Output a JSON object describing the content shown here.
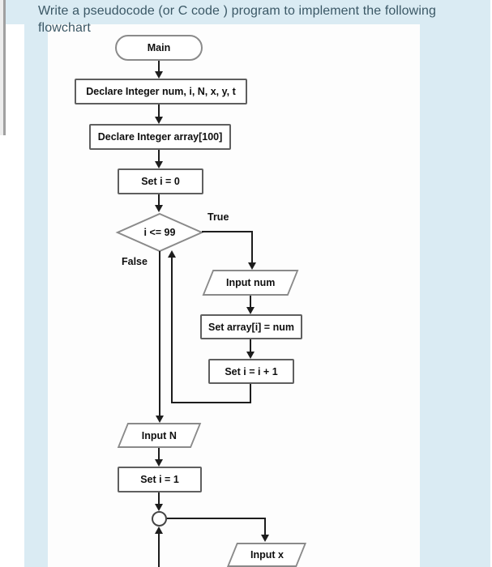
{
  "header": {
    "question": "Write a pseudocode (or  C code ) program to implement the following flowchart"
  },
  "flowchart": {
    "nodes": {
      "main": "Main",
      "declare_vars": "Declare Integer num, i, N, x, y, t",
      "declare_array": "Declare Integer array[100]",
      "set_i_0": "Set i = 0",
      "decision": "i <= 99",
      "input_num": "Input num",
      "set_array": "Set array[i] = num",
      "increment": "Set i = i + 1",
      "input_n": "Input N",
      "set_i_1": "Set i = 1",
      "input_x": "Input x"
    },
    "branch_labels": {
      "true": "True",
      "false": "False"
    },
    "colors": {
      "page_accent_blue": "#daebf3",
      "question_text": "#3b5866",
      "shape_border_gray": "#8a8a8a",
      "rect_border": "#5f5f5f",
      "line_black": "#1d1d1d",
      "shape_fill": "#ffffff"
    }
  }
}
